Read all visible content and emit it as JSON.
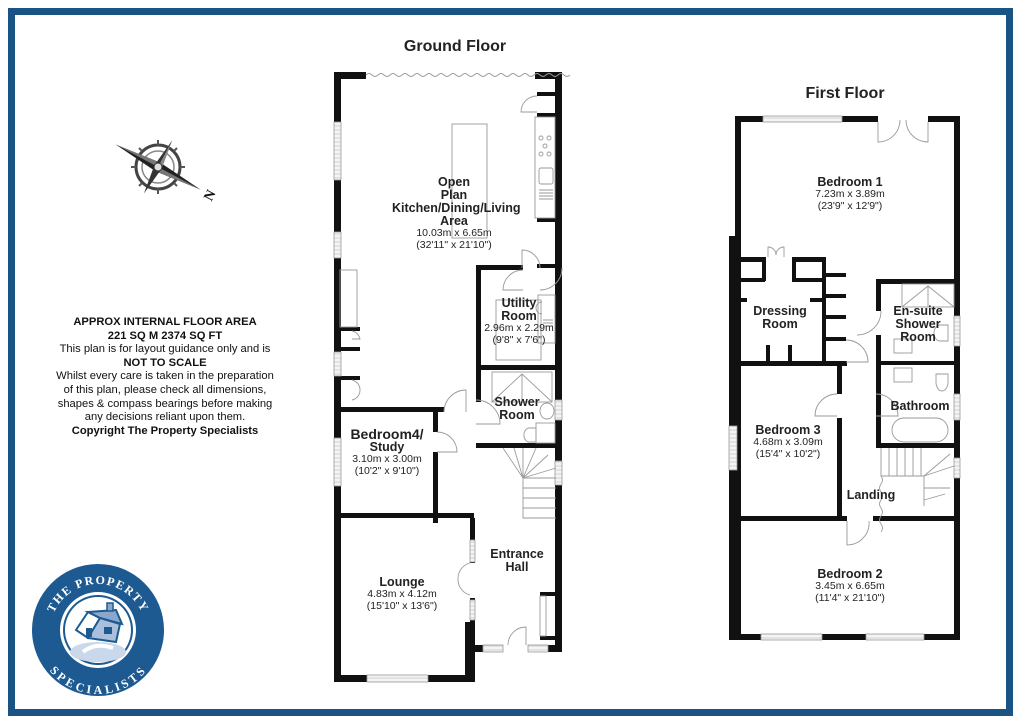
{
  "colors": {
    "border": "#1a5485",
    "wall": "#111111",
    "fixture": "#9a9a9a",
    "logo_blue": "#1d5a92",
    "logo_light": "#c9d8ea"
  },
  "ground_floor": {
    "title": "Ground Floor",
    "rooms": [
      {
        "id": "kitchen",
        "name_lines": [
          "Open",
          "Plan",
          "Kitchen/Dining/Living",
          "Area"
        ],
        "metric": "10.03m x 6.65m",
        "imperial": "(32'11\" x 21'10\")"
      },
      {
        "id": "utility",
        "name_lines": [
          "Utility",
          "Room"
        ],
        "metric": "2.96m x 2.29m",
        "imperial": "(9'8\" x 7'6\")"
      },
      {
        "id": "shower",
        "name_lines": [
          "Shower",
          "Room"
        ],
        "metric": "",
        "imperial": ""
      },
      {
        "id": "bedroom4",
        "name_lines": [
          "Bedroom4/",
          "Study"
        ],
        "metric": "3.10m x 3.00m",
        "imperial": "(10'2\" x 9'10\")"
      },
      {
        "id": "entrance",
        "name_lines": [
          "Entrance",
          "Hall"
        ],
        "metric": "",
        "imperial": ""
      },
      {
        "id": "lounge",
        "name_lines": [
          "Lounge"
        ],
        "metric": "4.83m x 4.12m",
        "imperial": "(15'10\" x 13'6\")"
      }
    ]
  },
  "first_floor": {
    "title": "First Floor",
    "rooms": [
      {
        "id": "bedroom1",
        "name_lines": [
          "Bedroom 1"
        ],
        "metric": "7.23m x 3.89m",
        "imperial": "(23'9\" x 12'9\")"
      },
      {
        "id": "dressing",
        "name_lines": [
          "Dressing",
          "Room"
        ],
        "metric": "",
        "imperial": ""
      },
      {
        "id": "ensuite",
        "name_lines": [
          "En-suite",
          "Shower",
          "Room"
        ],
        "metric": "",
        "imperial": ""
      },
      {
        "id": "bathroom",
        "name_lines": [
          "Bathroom"
        ],
        "metric": "",
        "imperial": ""
      },
      {
        "id": "bedroom3",
        "name_lines": [
          "Bedroom 3"
        ],
        "metric": "4.68m x 3.09m",
        "imperial": "(15'4\" x 10'2\")"
      },
      {
        "id": "landing",
        "name_lines": [
          "Landing"
        ],
        "metric": "",
        "imperial": ""
      },
      {
        "id": "bedroom2",
        "name_lines": [
          "Bedroom 2"
        ],
        "metric": "3.45m x 6.65m",
        "imperial": "(11'4\" x 21'10\")"
      }
    ]
  },
  "notes": {
    "line1": "APPROX INTERNAL FLOOR AREA",
    "line2": "221 SQ M 2374 SQ FT",
    "line3": "This plan is for layout guidance only and is",
    "line4": "NOT TO SCALE",
    "line5": "Whilst every care is taken in the preparation",
    "line6": "of this plan, please check all dimensions,",
    "line7": "shapes & compass bearings before making",
    "line8": "any decisions reliant upon them.",
    "line9": "Copyright The Property Specialists"
  },
  "compass": {
    "icon": "compass-rose-icon",
    "north_label": "N"
  },
  "logo": {
    "top_text": "THE PROPERTY",
    "bottom_text": "SPECIALISTS",
    "icon": "house-icon"
  }
}
